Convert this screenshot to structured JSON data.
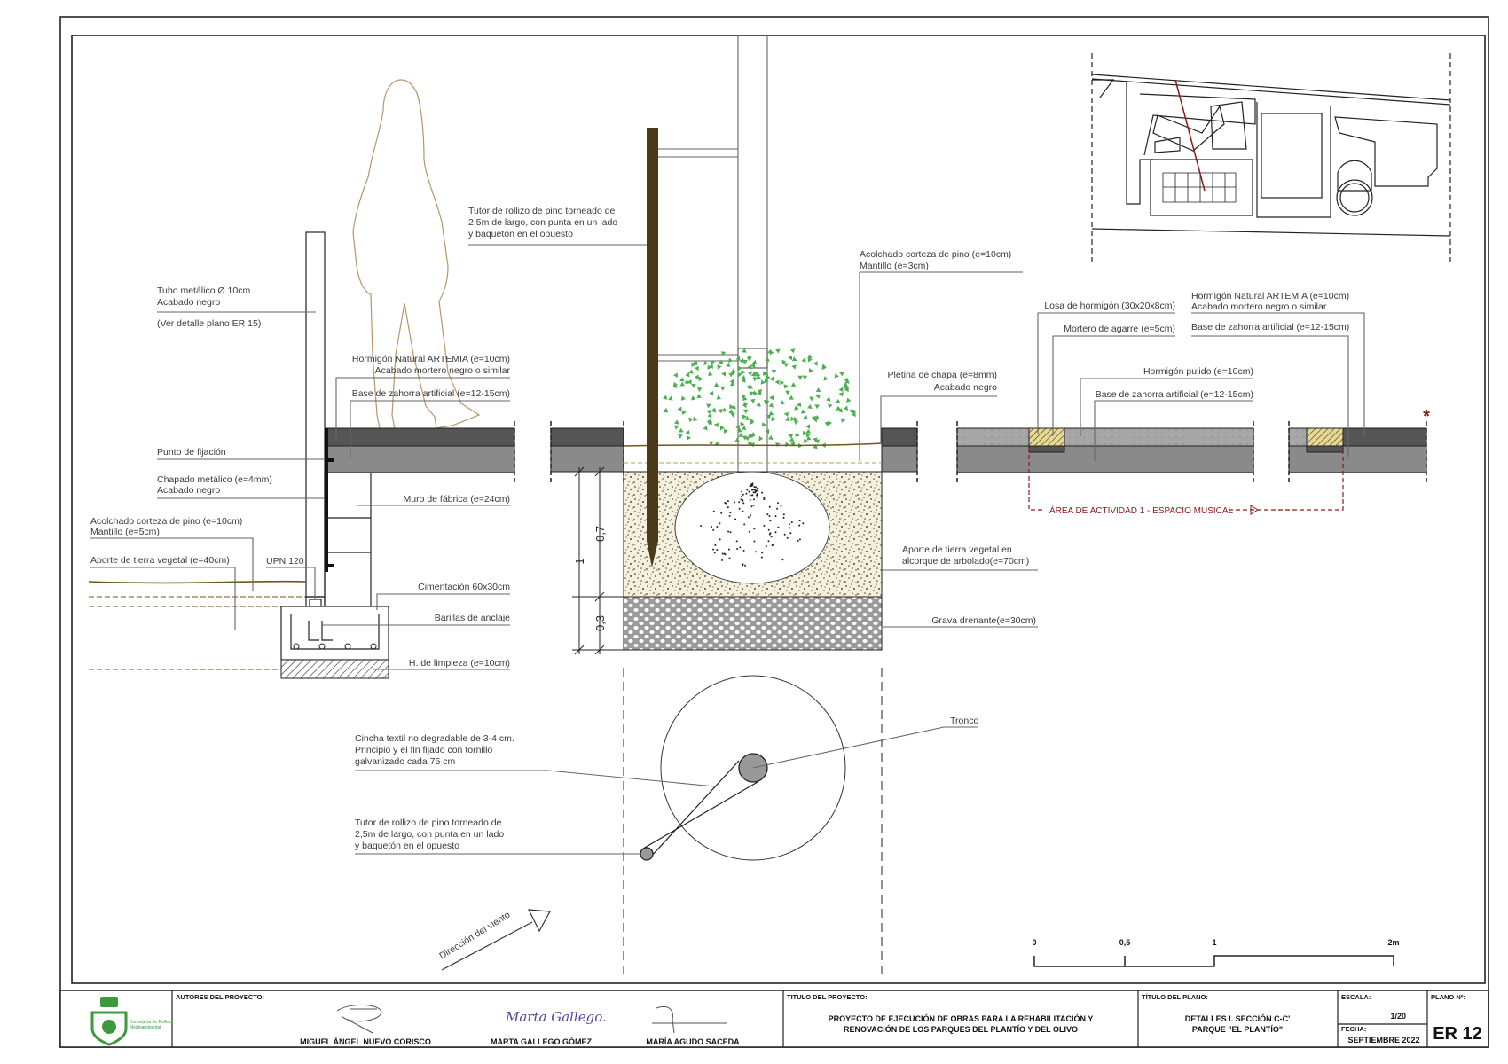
{
  "left_section": {
    "tube": [
      "Tubo metálico Ø 10cm",
      "Acabado negro"
    ],
    "tube_ref": "(Ver detalle plano ER 15)",
    "concrete": [
      "Hormigón Natural ARTEMIA (e=10cm)",
      "Acabado mortero negro o similar"
    ],
    "base": "Base de zahorra artificial (e=12-15cm)",
    "fixing_point": "Punto de fijación",
    "plating": [
      "Chapado metálico (e=4mm)",
      "Acabado negro"
    ],
    "wall": "Muro de fábrica (e=24cm)",
    "mulch": [
      "Acolchado corteza de pino (e=10cm)",
      "Mantillo (e=5cm)"
    ],
    "topsoil": "Aporte de tierra vegetal (e=40cm)",
    "upn": "UPN 120",
    "foundation": "Cimentación 60x30cm",
    "anchor_bars": "Barillas de anclaje",
    "blinding": "H. de limpieza (e=10cm)"
  },
  "center_section": {
    "stake": [
      "Tutor de rollizo de pino torneado de",
      "2,5m de largo, con punta en un lado",
      "y baquetón en el opuesto"
    ],
    "mulch": [
      "Acolchado corteza de pino (e=10cm)",
      "Mantillo (e=3cm)"
    ],
    "plate": [
      "Pletina de chapa (e=8mm)",
      "Acabado negro"
    ],
    "tree_pit_soil": [
      "Aporte de tierra vegetal en",
      "alcorque de arbolado(e=70cm)"
    ],
    "gravel": "Grava drenante(e=30cm)",
    "dimensions": {
      "total": "1",
      "soil": "0,7",
      "gravel": "0,3"
    }
  },
  "right_section": {
    "slab": "Losa de hormigón (30x20x8cm)",
    "mortar": "Mortero de agarre (e=5cm)",
    "polished": "Hormigón pulido (e=10cm)",
    "base_left": "Base de zahorra artificial (e=12-15cm)",
    "concrete": [
      "Hormigón Natural ARTEMIA (e=10cm)",
      "Acabado mortero negro o similar"
    ],
    "base_right": "Base de zahorra artificial (e=12-15cm)",
    "area": "ÁREA DE ACTIVIDAD 1 - ESPACIO MUSICAL",
    "marker": "*"
  },
  "plan_view": {
    "trunk": "Tronco",
    "strap": [
      "Cincha textil no degradable de 3-4 cm.",
      "Principio y el fin fijado con tornillo",
      "galvanizado cada 75 cm"
    ],
    "stake": [
      "Tutor de rollizo de pino torneado de",
      "2,5m de largo, con punta en un lado",
      "y baquetón en el opuesto"
    ],
    "wind": "Dirección del viento"
  },
  "scale_bar": {
    "ticks": [
      "0",
      "0,5",
      "1",
      "2m"
    ]
  },
  "title_block": {
    "logo_text": [
      "Consejería de Política",
      "Medioambiental"
    ],
    "authors_label": "AUTORES DEL PROYECTO:",
    "authors": [
      "MIGUEL ÁNGEL NUEVO CORISCO",
      "MARTA GALLEGO GÓMEZ",
      "MARÍA AGUDO SACEDA"
    ],
    "signature_2": "Marta Gallego.",
    "project_label": "TITULO DEL PROYECTO:",
    "project_title": [
      "PROYECTO DE EJECUCIÓN DE OBRAS PARA LA REHABILITACIÓN Y",
      "RENOVACIÓN DE LOS PARQUES DEL PLANTÍO Y DEL OLIVO"
    ],
    "plan_label": "TÍTULO DEL PLANO:",
    "plan_title": [
      "DETALLES I. SECCIÓN C-C'",
      "PARQUE \"EL PLANTÍO\""
    ],
    "scale_label": "ESCALA:",
    "scale": "1/20",
    "date_label": "FECHA:",
    "date": "SEPTIEMBRE 2022",
    "plan_no_label": "PLANO Nº:",
    "plan_no": "ER 12"
  },
  "colors": {
    "accent_red": "#8b1a1a",
    "foliage": "#4caf50",
    "stake": "#4a3a1a",
    "figure": "#b8956a"
  }
}
